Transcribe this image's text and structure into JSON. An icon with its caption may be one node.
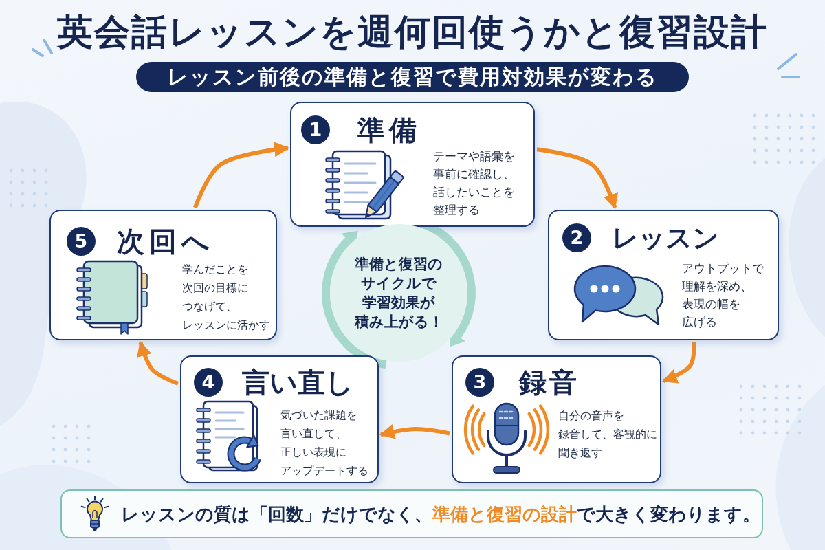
{
  "diagram": {
    "title": "英会話レッスンを週何回使うかと復習設計",
    "nodes": [
      {
        "text": [
          "レッスン前後の準備と復習で費用対効果が変わる"
        ]
      },
      {
        "text": [
          "1",
          "準備",
          "テーマや語彙を事前に確認し、話したいことを整理する"
        ]
      },
      {
        "text": [
          "2",
          "レッスン",
          "アウトプットで理解を深め、表現の幅を広げる"
        ]
      },
      {
        "text": [
          "3",
          "録音",
          "自分の音声を録音して、客観的に聞き返す"
        ]
      },
      {
        "text": [
          "4",
          "言い直し",
          "気づいた課題を言い直して、正しい表現にアップデートする"
        ]
      },
      {
        "text": [
          "5",
          "次回へ",
          "学んだことを次回の目標につなげて、レッスンに活かす"
        ]
      },
      {
        "text": [
          "準備と復習のサイクルで学習効果が積み上がる！"
        ]
      },
      {
        "text": [
          "レッスンの質は「回数」だけでなく、**準備と復習の設計**で大きく変わります。"
        ]
      }
    ],
    "edges": [
      {
        "from": 1,
        "to": 2,
        "arrow": "to"
      },
      {
        "from": 2,
        "to": 3,
        "arrow": "to"
      },
      {
        "from": 3,
        "to": 4,
        "arrow": "to"
      },
      {
        "from": 4,
        "to": 5,
        "arrow": "to"
      },
      {
        "from": 5,
        "to": 1,
        "arrow": "to"
      }
    ]
  }
}
